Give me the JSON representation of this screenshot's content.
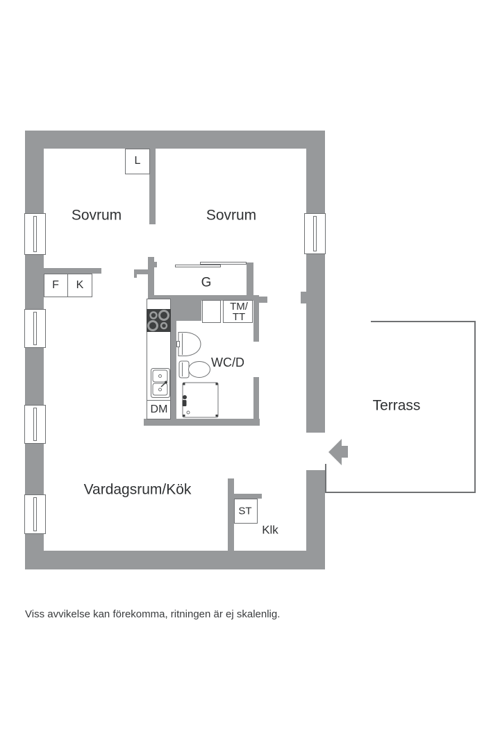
{
  "colors": {
    "wall": "#97999b",
    "line": "#6f7173",
    "text": "#2f3133"
  },
  "rooms": {
    "bedroom_left": "Sovrum",
    "bedroom_right": "Sovrum",
    "living_kitchen": "Vardagsrum/Kök",
    "terrace": "Terrass",
    "bathroom": "WC/D"
  },
  "closets": {
    "l": "L",
    "f": "F",
    "k": "K",
    "g": "G",
    "st": "ST",
    "klk": "Klk"
  },
  "appliances": {
    "washer_line1": "TM/",
    "washer_line2": "TT",
    "dishwasher": "DM"
  },
  "icons": {
    "entrance_arrow": "left-arrow",
    "stove": "four-burner-hob",
    "kitchen_sink": "double-basin-sink",
    "washbasin": "bathroom-sink",
    "toilet": "toilet",
    "shower": "shower-cabin",
    "window": "double-line-window"
  },
  "footer": {
    "disclaimer": "Viss avvikelse kan förekomma, ritningen är ej skalenlig."
  }
}
